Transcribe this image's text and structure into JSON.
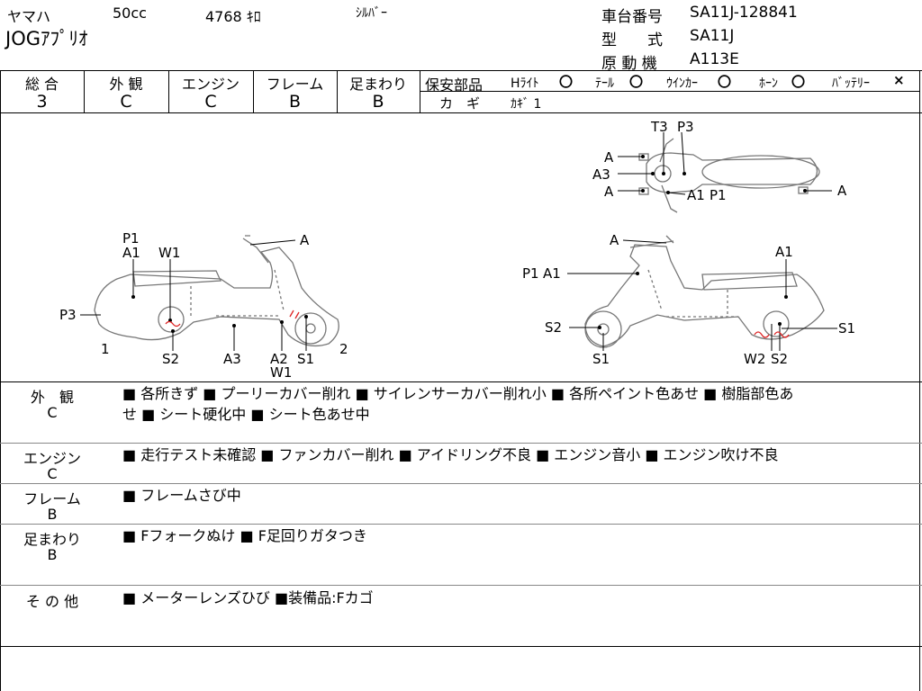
{
  "header": {
    "maker": "ヤマハ",
    "displacement": "50cc",
    "mileage": "4768 ｷﾛ",
    "color": "ｼﾙﾊﾞｰ",
    "model_name": "JOGｱﾌﾟﾘｵ",
    "frame_no_label": "車台番号",
    "frame_no": "SA11J-128841",
    "type_label": "型　　式",
    "type": "SA11J",
    "engine_label": "原 動 機",
    "engine": "A113E"
  },
  "grades": [
    {
      "label": "総 合",
      "value": "3"
    },
    {
      "label": "外 観",
      "value": "C"
    },
    {
      "label": "エンジン",
      "value": "C"
    },
    {
      "label": "フレーム",
      "value": "B"
    },
    {
      "label": "足まわり",
      "value": "B"
    }
  ],
  "safety": {
    "label": "保安部品",
    "items": [
      {
        "label": "Hﾗｲﾄ",
        "mark": "〇"
      },
      {
        "label": "ﾃｰﾙ",
        "mark": "〇"
      },
      {
        "label": "ｳｲﾝｶｰ",
        "mark": "〇"
      },
      {
        "label": "ﾎｰﾝ",
        "mark": "〇"
      },
      {
        "label": "ﾊﾞｯﾃﾘｰ",
        "mark": "×"
      }
    ],
    "key_label": "カ　ギ",
    "key_value": "ｶｷﾞ 1"
  },
  "diagram": {
    "top_labels": [
      "T3",
      "P3",
      "A",
      "A3",
      "A",
      "A1",
      "P1",
      "A"
    ],
    "left_labels": [
      "P1",
      "A1",
      "W1",
      "A",
      "P3",
      "1",
      "S2",
      "A3",
      "A2",
      "W1",
      "S1",
      "2"
    ],
    "right_labels": [
      "A",
      "A1",
      "P1",
      "A1",
      "S2",
      "S1",
      "S1",
      "W2",
      "S2"
    ]
  },
  "sections": [
    {
      "label": "外　観",
      "grade": "C",
      "lines": [
        "■ 各所きず ■ プーリーカバー削れ ■ サイレンサーカバー削れ小 ■ 各所ペイント色あせ ■ 樹脂部色あ",
        "せ ■ シート硬化中 ■ シート色あせ中"
      ]
    },
    {
      "label": "エンジン",
      "grade": "C",
      "lines": [
        "■ 走行テスト未確認 ■ ファンカバー削れ ■ アイドリング不良 ■ エンジン音小 ■ エンジン吹け不良"
      ]
    },
    {
      "label": "フレーム",
      "grade": "B",
      "lines": [
        "■ フレームさび中"
      ]
    },
    {
      "label": "足まわり",
      "grade": "B",
      "lines": [
        "■ Fフォークぬけ ■ F足回りガタつき"
      ]
    },
    {
      "label": "そ の 他",
      "grade": "",
      "lines": [
        "■ メーターレンズひび ■装備品:Fカゴ"
      ]
    }
  ]
}
